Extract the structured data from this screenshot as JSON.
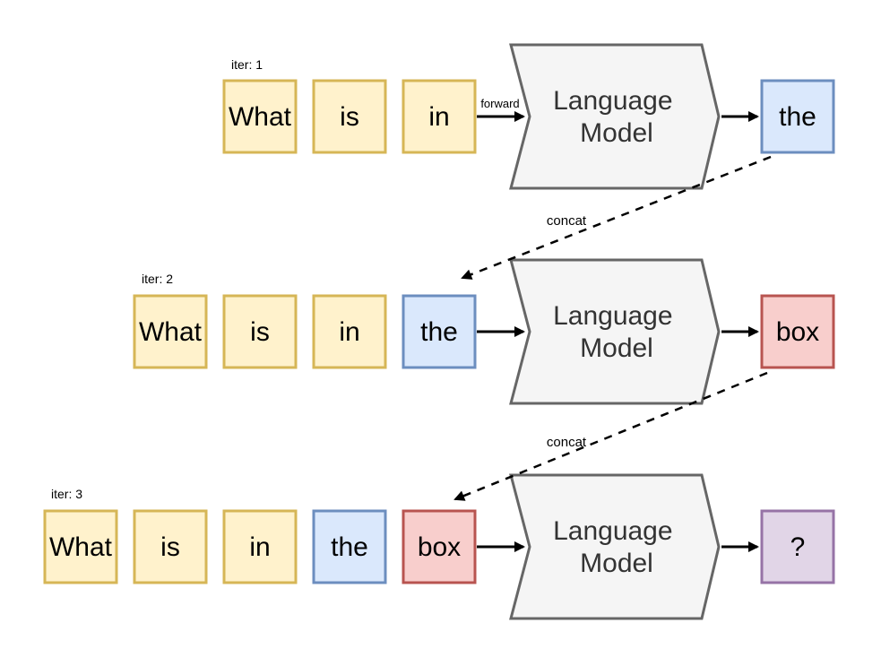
{
  "diagram": {
    "description": "Autoregressive language model decoding over three iterations",
    "rows": [
      {
        "iter_label": "iter: 1",
        "tokens": [
          {
            "text": "What",
            "type": "prompt"
          },
          {
            "text": "is",
            "type": "prompt"
          },
          {
            "text": "in",
            "type": "prompt"
          }
        ],
        "forward_label": "forward",
        "model_line1": "Language",
        "model_line2": "Model",
        "output": {
          "text": "the",
          "type": "gen1"
        },
        "concat_label": "concat"
      },
      {
        "iter_label": "iter: 2",
        "tokens": [
          {
            "text": "What",
            "type": "prompt"
          },
          {
            "text": "is",
            "type": "prompt"
          },
          {
            "text": "in",
            "type": "prompt"
          },
          {
            "text": "the",
            "type": "gen1"
          }
        ],
        "forward_label": "",
        "model_line1": "Language",
        "model_line2": "Model",
        "output": {
          "text": "box",
          "type": "gen2"
        },
        "concat_label": "concat"
      },
      {
        "iter_label": "iter: 3",
        "tokens": [
          {
            "text": "What",
            "type": "prompt"
          },
          {
            "text": "is",
            "type": "prompt"
          },
          {
            "text": "in",
            "type": "prompt"
          },
          {
            "text": "the",
            "type": "gen1"
          },
          {
            "text": "box",
            "type": "gen2"
          }
        ],
        "forward_label": "",
        "model_line1": "Language",
        "model_line2": "Model",
        "output": {
          "text": "?",
          "type": "gen3"
        },
        "concat_label": ""
      }
    ]
  },
  "colors": {
    "prompt_fill": "#FFF2CC",
    "prompt_stroke": "#D6B656",
    "gen1_fill": "#DAE8FC",
    "gen1_stroke": "#6C8EBF",
    "gen2_fill": "#F8CECC",
    "gen2_stroke": "#B85450",
    "gen3_fill": "#E1D5E7",
    "gen3_stroke": "#9673A6",
    "model_fill": "#F5F5F5",
    "model_stroke": "#666666",
    "arrow": "#000000",
    "label": "#000000",
    "model_text": "#333333",
    "background": "#FFFFFF"
  }
}
